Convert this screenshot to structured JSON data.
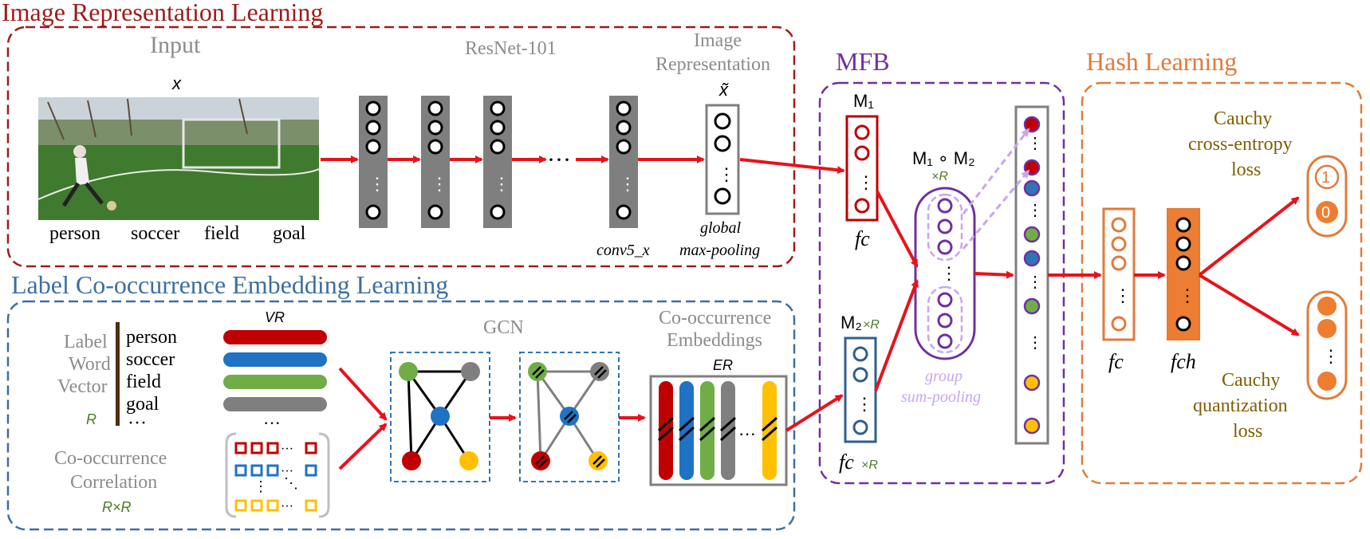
{
  "colors": {
    "image_section": "#9e1b1b",
    "label_section": "#3b6fa3",
    "mfb": "#7030a0",
    "hash": "#e07b39",
    "arrow": "#e8121b",
    "gray_text": "#8c8c8c",
    "olive_text": "#7f6000",
    "green_text": "#4e7a27",
    "lavender": "#c9a6f0",
    "red": "#c00000",
    "blue": "#1f72c4",
    "green": "#70ad47",
    "gray": "#7f7f7f",
    "yellow": "#ffc000",
    "teal": "#2e75b6"
  },
  "sections": {
    "image_representation": "Image Representation Learning",
    "label_cooccurrence": "Label Co-occurrence Embedding Learning",
    "mfb": "MFB",
    "hash_learning": "Hash Learning"
  },
  "image_part": {
    "input_label": "Input",
    "x_symbol": "x",
    "image_tags": [
      "person",
      "soccer",
      "field",
      "goal"
    ],
    "backbone": "ResNet-101",
    "ellipsis": "···",
    "conv_label": "conv5_x",
    "image_rep_line1": "Image",
    "image_rep_line2": "Representation",
    "x_tilde": "x̃",
    "gmp_line1": "global",
    "gmp_line2": "max-pooling"
  },
  "label_part": {
    "word_vector_lines": [
      "Label",
      "Word",
      "Vector"
    ],
    "labels": [
      "person",
      "soccer",
      "field",
      "goal"
    ],
    "labels_ellipsis": "···",
    "r_symbol": "R",
    "vr_symbol": "VR",
    "corr_line1": "Co-occurrence",
    "corr_line2": "Correlation",
    "rxr_symbol": "R×R",
    "gcn_label": "GCN",
    "emb_line1": "Co-occurrence",
    "emb_line2": "Embeddings",
    "er_symbol": "ER"
  },
  "mfb_part": {
    "m1_label": "M₁",
    "m2_label": "M₂",
    "m2_suffix": "×R",
    "fc_label": "fc",
    "fcr_suffix": "×R",
    "product_label": "M₁ ∘ M₂",
    "product_suffix": "×R",
    "group_line1": "group",
    "group_line2": "sum-pooling"
  },
  "hash_part": {
    "fc_label": "fc",
    "fch_label": "fch",
    "ce_lines": [
      "Cauchy",
      "cross-entropy",
      "loss"
    ],
    "quant_lines": [
      "Cauchy",
      "quantization",
      "loss"
    ],
    "bit_one": "1",
    "bit_zero": "0"
  }
}
